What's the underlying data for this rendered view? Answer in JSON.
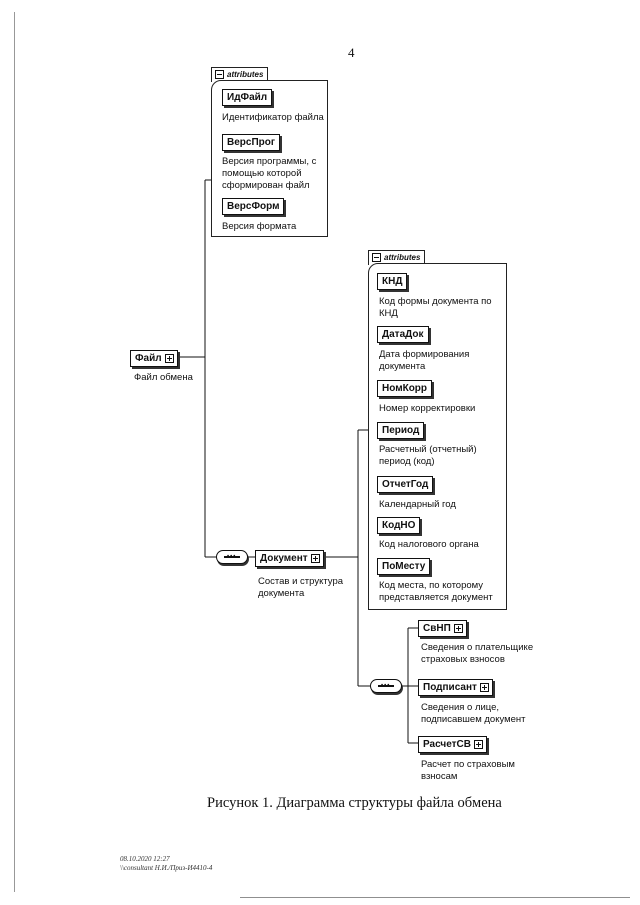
{
  "page_number": "4",
  "root": {
    "name": "Файл",
    "desc": "Файл обмена"
  },
  "root_attributes": {
    "tab": "attributes",
    "items": [
      {
        "name": "ИдФайл",
        "desc": [
          "Идентификатор файла"
        ]
      },
      {
        "name": "ВерсПрог",
        "desc": [
          "Версия программы, с",
          "помощью которой",
          "сформирован файл"
        ]
      },
      {
        "name": "ВерсФорм",
        "desc": [
          "Версия формата"
        ]
      }
    ]
  },
  "document": {
    "name": "Документ",
    "desc": [
      "Состав и структура",
      "документа"
    ]
  },
  "document_attributes": {
    "tab": "attributes",
    "items": [
      {
        "name": "КНД",
        "desc": [
          "Код формы документа по",
          "КНД"
        ]
      },
      {
        "name": "ДатаДок",
        "desc": [
          "Дата формирования",
          "документа"
        ]
      },
      {
        "name": "НомКорр",
        "desc": [
          "Номер корректировки"
        ]
      },
      {
        "name": "Период",
        "desc": [
          "Расчетный (отчетный)",
          "период (код)"
        ]
      },
      {
        "name": "ОтчетГод",
        "desc": [
          "Календарный год"
        ]
      },
      {
        "name": "КодНО",
        "desc": [
          "Код налогового органа"
        ]
      },
      {
        "name": "ПоМесту",
        "desc": [
          "Код места, по которому",
          "представляется документ"
        ]
      }
    ]
  },
  "children": [
    {
      "name": "СвНП",
      "desc": [
        "Сведения о плательщике",
        "страховых взносов"
      ]
    },
    {
      "name": "Подписант",
      "desc": [
        "Сведения о лице,",
        "подписавшем документ"
      ]
    },
    {
      "name": "РасчетСВ",
      "desc": [
        "Расчет по страховым",
        "взносам"
      ]
    }
  ],
  "caption": "Рисунок 1. Диаграмма структуры файла обмена",
  "stamp": {
    "line1": "08.10.2020 12:27",
    "line2": "\\\\consultant Н.И./Приз-И4410-4"
  }
}
